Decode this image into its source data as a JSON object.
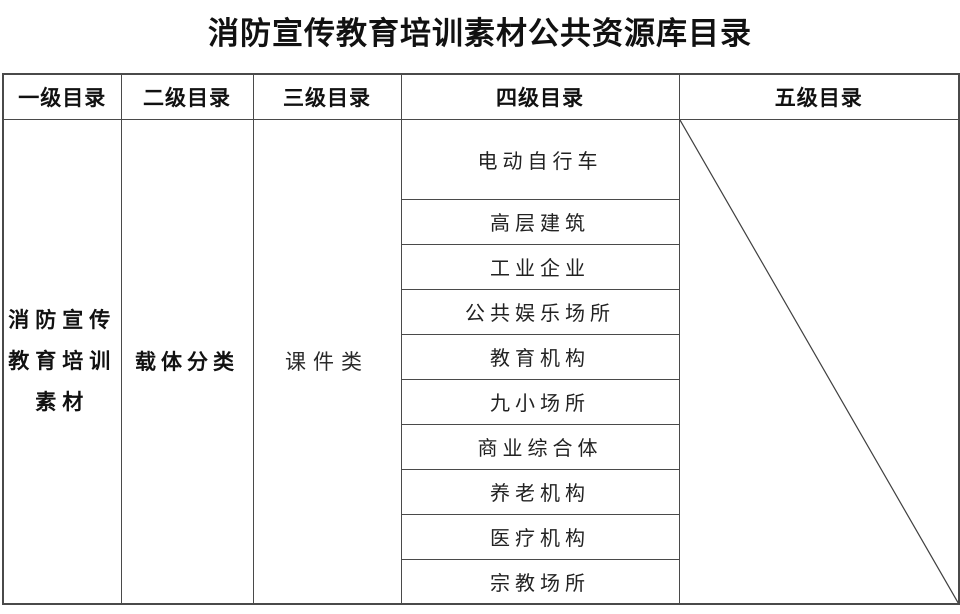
{
  "page": {
    "title": "消防宣传教育培训素材公共资源库目录"
  },
  "table": {
    "headers": [
      "一级目录",
      "二级目录",
      "三级目录",
      "四级目录",
      "五级目录"
    ],
    "level1": "消防宣传教育培训素材",
    "level1_lines": [
      "消防宣传",
      "教育培训",
      "素材"
    ],
    "level2": "载体分类",
    "level3": "课件类",
    "level4_items": [
      "电动自行车",
      "高层建筑",
      "工业企业",
      "公共娱乐场所",
      "教育机构",
      "九小场所",
      "商业综合体",
      "养老机构",
      "医疗机构",
      "宗教场所"
    ],
    "level5": ""
  },
  "colors": {
    "border": "#4a4a4a",
    "text": "#111111",
    "background": "#ffffff"
  }
}
